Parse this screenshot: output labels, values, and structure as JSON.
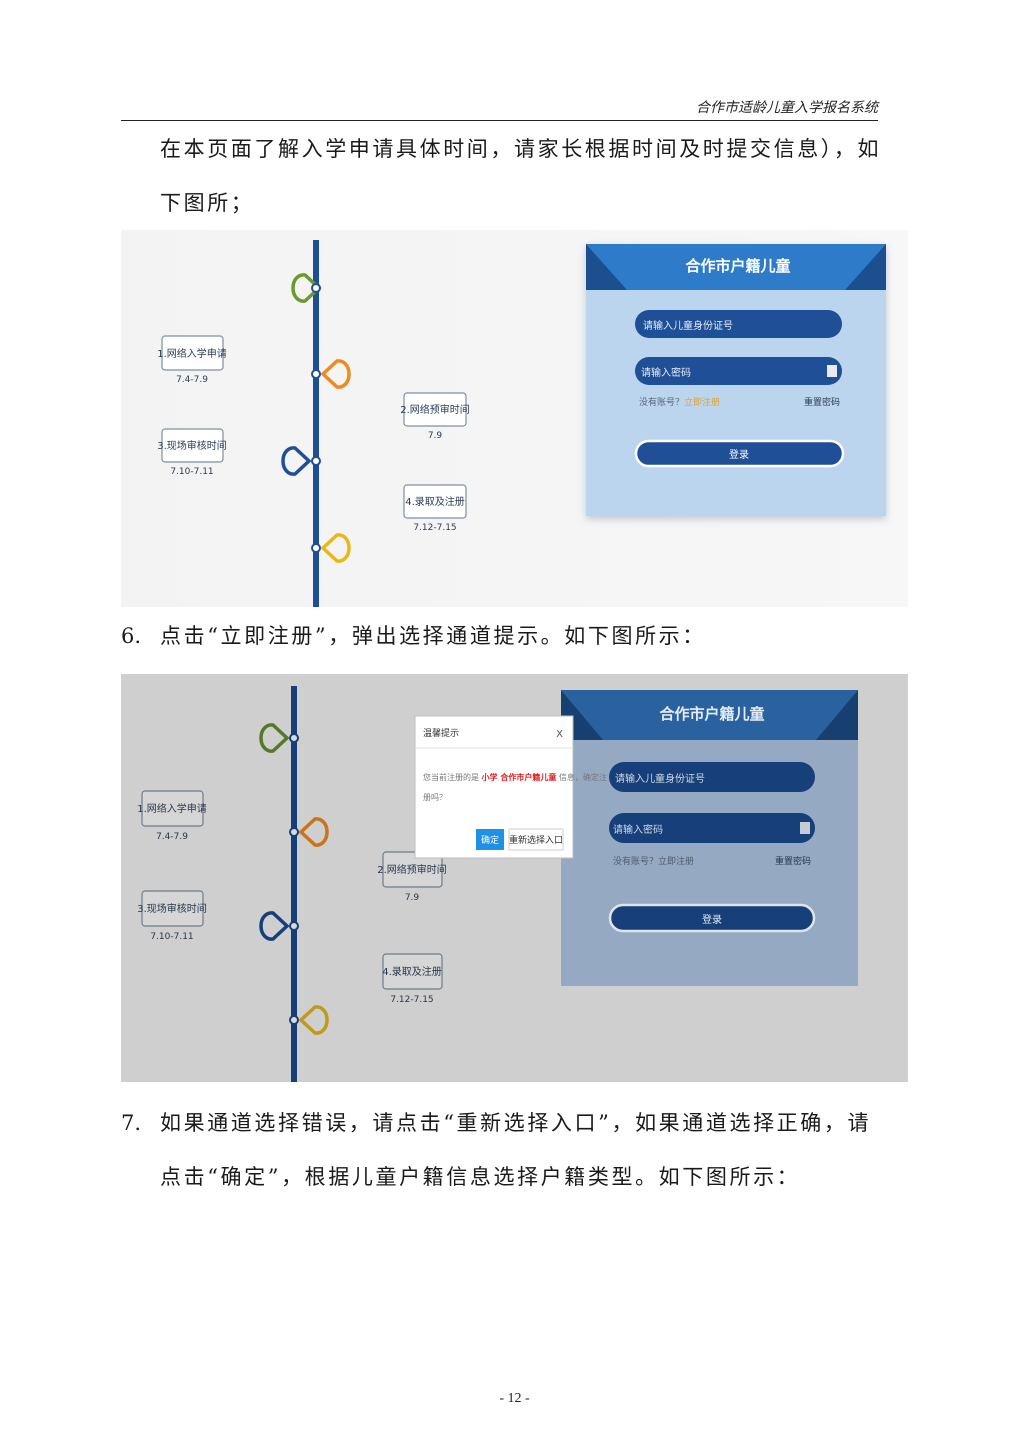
{
  "header": {
    "title": "合作市适龄儿童入学报名系统"
  },
  "intro": {
    "line1": "在本页面了解入学申请具体时间，请家长根据时间及时提交信息），如",
    "line2": "下图所；"
  },
  "timeline": {
    "items": [
      {
        "label": "1.网络入学申请",
        "dates": "7.4-7.9"
      },
      {
        "label": "2.网络预审时间",
        "dates": "7.9"
      },
      {
        "label": "3.现场审核时间",
        "dates": "7.10-7.11"
      },
      {
        "label": "4.录取及注册",
        "dates": "7.12-7.15"
      }
    ],
    "colors": {
      "line": "#1e4f96",
      "green": "#6b9a2a",
      "orange": "#ef8a1c",
      "navy": "#1f4f96",
      "yellow": "#e9b817"
    }
  },
  "login": {
    "title": "合作市户籍儿童",
    "id_placeholder": "请输入儿童身份证号",
    "password_placeholder": "请输入密码",
    "no_account": "没有账号？",
    "register_link": "立即注册",
    "reset_password": "重置密码",
    "login_button": "登录",
    "colors": {
      "panel": "#bcd5ef",
      "header": "#2e7cc9",
      "field": "#1f4f96",
      "link": "#e0a030"
    }
  },
  "step6": {
    "num": "6.",
    "text": "点击“立即注册”，弹出选择通道提示。如下图所示："
  },
  "dialog": {
    "title": "温馨提示",
    "close": "X",
    "message_prefix": "您当前注册的是 ",
    "message_highlight": "小学 合作市户籍儿童",
    "message_suffix": " 信息，确定注",
    "message_line2": "册吗？",
    "confirm": "确定",
    "reselect": "重新选择入口",
    "colors": {
      "highlight": "#e02020",
      "confirm": "#1e90e8"
    }
  },
  "step7": {
    "num": "7.",
    "line1": "如果通道选择错误，请点击“重新选择入口”，如果通道选择正确，请",
    "line2": "点击“确定”，根据儿童户籍信息选择户籍类型。如下图所示："
  },
  "footer": {
    "page_number": "- 12 -"
  }
}
